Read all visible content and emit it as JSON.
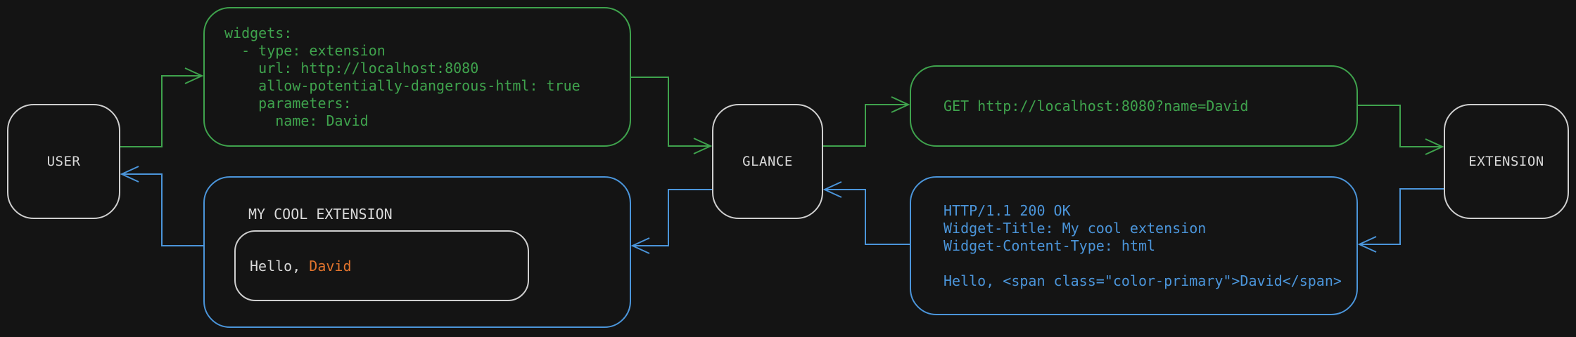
{
  "colors": {
    "bg": "#141414",
    "green": "#3fa34d",
    "blue": "#4b95da",
    "gray": "#cfcfcf",
    "text": "#d9d9d9",
    "orange": "#e2742d"
  },
  "nodes": {
    "user": {
      "label": "USER"
    },
    "glance": {
      "label": "GLANCE"
    },
    "extension": {
      "label": "EXTENSION"
    }
  },
  "boxes": {
    "config": {
      "lines": [
        "widgets:",
        "  - type: extension",
        "    url: http://localhost:8080",
        "    allow-potentially-dangerous-html: true",
        "    parameters:",
        "      name: David"
      ]
    },
    "request": {
      "text": "GET http://localhost:8080?name=David"
    },
    "response": {
      "lines": [
        "HTTP/1.1 200 OK",
        "Widget-Title: My cool extension",
        "Widget-Content-Type: html",
        "",
        "Hello, <span class=\"color-primary\">David</span>"
      ]
    },
    "widget": {
      "title": "MY COOL EXTENSION",
      "greeting_prefix": "Hello, ",
      "greeting_name": "David"
    }
  }
}
